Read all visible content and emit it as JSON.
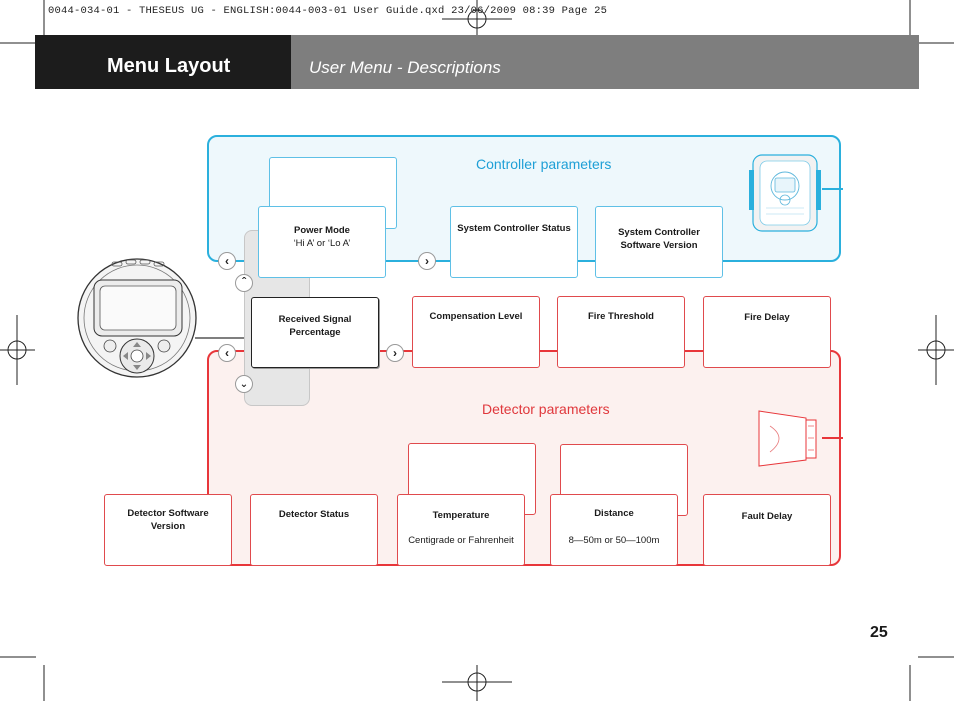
{
  "slug": "0044-034-01 - THESEUS UG - ENGLISH:0044-003-01 User Guide.qxd  23/06/2009  08:39  Page 25",
  "header": {
    "title": "Menu Layout",
    "subtitle": "User Menu - Descriptions"
  },
  "controller": {
    "label": "Controller parameters",
    "color": "#2bb0dd",
    "items": [
      {
        "title": "Power Mode",
        "desc": "‘Hi A’ or ‘Lo A’"
      },
      {
        "title": "System Controller Status",
        "desc": ""
      },
      {
        "title": "System Controller Software Version",
        "desc": ""
      }
    ]
  },
  "center": {
    "title": "Received Signal Percentage"
  },
  "detector": {
    "label": "Detector parameters",
    "color": "#e8363a",
    "top_items": [
      {
        "title": "Compensation Level",
        "desc": ""
      },
      {
        "title": "Fire Threshold",
        "desc": ""
      },
      {
        "title": "Fire Delay",
        "desc": ""
      }
    ],
    "bottom_items": [
      {
        "title": "Detector Software Version",
        "desc": ""
      },
      {
        "title": "Detector Status",
        "desc": ""
      },
      {
        "title": "Temperature",
        "desc": "Centigrade or Fahrenheit"
      },
      {
        "title": "Distance",
        "desc": "8—50m or 50—100m"
      },
      {
        "title": "Fault Delay",
        "desc": ""
      }
    ]
  },
  "nav_icons": [
    "chevron-left-icon",
    "chevron-right-icon",
    "chevron-up-icon",
    "chevron-down-icon"
  ],
  "page_number": "25"
}
